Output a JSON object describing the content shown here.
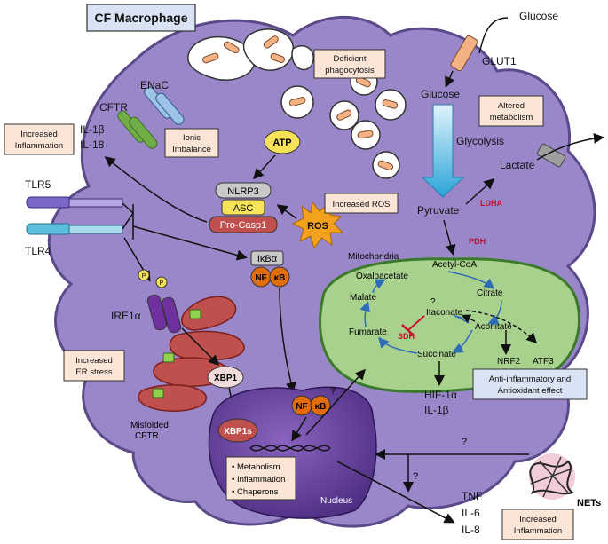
{
  "title": "CF Macrophage",
  "boxes": {
    "deficient": [
      "Deficient",
      "phagocytosis"
    ],
    "altered": [
      "Altered",
      "metabolism"
    ],
    "inflam_left": [
      "Increased",
      "Inflammation"
    ],
    "ionic": [
      "Ionic",
      "Imbalance"
    ],
    "ros_box": "Increased ROS",
    "er_stress": [
      "Increased",
      "ER stress"
    ],
    "anti": [
      "Anti-inflammatory and",
      "Antioxidant effect"
    ],
    "inflam_right": [
      "Increased",
      "Inflammation"
    ]
  },
  "labels": {
    "glucose_out": "Glucose",
    "glut1": "GLUT1",
    "glucose_in": "Glucose",
    "glycolysis": "Glycolysis",
    "lactate": "Lactate",
    "ldha": "LDHA",
    "pyruvate": "Pyruvate",
    "pdh": "PDH",
    "acetyl": "Acetyl-CoA",
    "enac": "ENaC",
    "cftr": "CFTR",
    "il1b": "IL-1β",
    "il18": "IL-18",
    "tlr5": "TLR5",
    "tlr4": "TLR4",
    "atp": "ATP",
    "nlrp3": "NLRP3",
    "asc": "ASC",
    "procasp": "Pro-Casp1",
    "ros": "ROS",
    "ikba": "IκBα",
    "nf": "NF",
    "kb": "κB",
    "ire1a": "IRE1α",
    "er": "ER",
    "misfolded": [
      "Misfolded",
      "CFTR"
    ],
    "xbp1": "XBP1",
    "xbp1s": "XBP1s",
    "nucleus": "Nucleus",
    "mito": "Mitochondria",
    "oxalo": "Oxaloacetate",
    "citrate": "Citrate",
    "malate": "Malate",
    "itaconate": "Itaconate",
    "aconitate": "Aconitate",
    "fumarate": "Fumarate",
    "sdh": "SDH",
    "succinate": "Succinate",
    "nrf2": "NRF2",
    "atf3": "ATF3",
    "hif": "HIF-1α",
    "il1b_2": "IL-1β",
    "nets": "NETs",
    "tnf": "TNF",
    "il6": "IL-6",
    "il8": "IL-8",
    "q": "?",
    "p": "P"
  },
  "nucleus_list": [
    "Metabolism",
    "Inflammation",
    "Chaperons"
  ],
  "colors": {
    "cell": "#9a87c9",
    "cell_edge": "#5a4a8a",
    "mito": "#a9d18e",
    "mito_edge": "#3c7a2b",
    "nucleus": "#6b4aa0",
    "box_fill": "#fbe5d6",
    "box_fill_blue": "#dae3f3"
  }
}
